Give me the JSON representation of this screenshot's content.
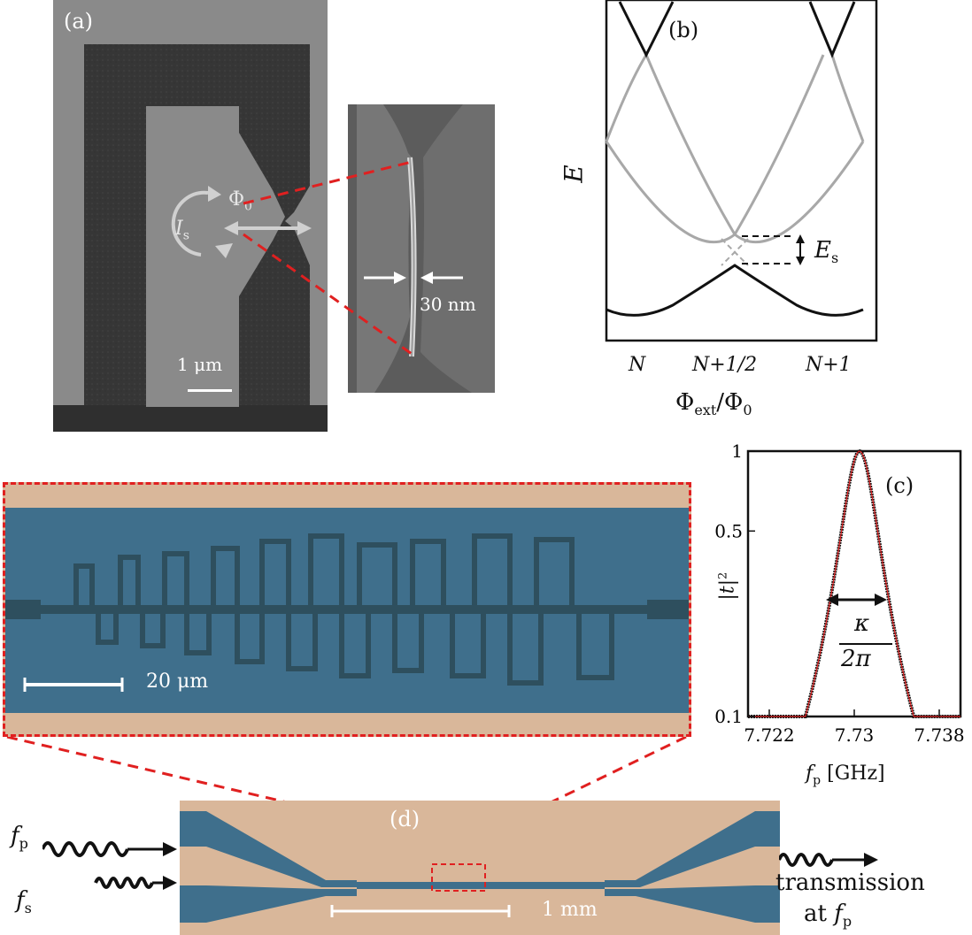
{
  "panel_a": {
    "label": "(a)",
    "flux_label": "Φ",
    "flux_sub": "0",
    "current_label": "I",
    "current_sub": "s",
    "scale_bar": "1 μm",
    "inset_width": "30 nm"
  },
  "panel_b": {
    "label": "(b)",
    "y_label": "E",
    "gap_label": "E",
    "gap_sub": "s",
    "tick_labels": [
      "N",
      "N+1/2",
      "N+1"
    ],
    "x_label_main": "Φ",
    "x_label_sub1": "ext",
    "x_label_sep": "/Φ",
    "x_label_sub2": "0"
  },
  "panel_c": {
    "label": "(c)",
    "kappa_num": "κ",
    "kappa_den": "2π",
    "y_label": "|t|",
    "y_label_sup": "2",
    "x_label_main": "f",
    "x_label_sub": "p",
    "x_label_unit": "[GHz]"
  },
  "panel_micro": {
    "scale_bar": "20 μm"
  },
  "panel_d": {
    "label": "(d)",
    "scale_bar": "1 mm",
    "input_p": "f",
    "input_p_sub": "p",
    "input_s": "f",
    "input_s_sub": "s",
    "output_line1": "transmission",
    "output_line2": "at",
    "output_f": "f",
    "output_f_sub": "p"
  },
  "colors": {
    "sem_bg": "#3a3a3a",
    "sem_metal": "#8a8a8a",
    "dashed_red": "#e02020",
    "curve_black": "#111111",
    "curve_gray": "#a8a8a8",
    "fit_red": "#e02020",
    "chip_blue": "#3f6f8c",
    "chip_gold": "#d9b79a"
  },
  "chart_data": [
    {
      "type": "line",
      "title": "",
      "xlabel": "Φext/Φ0",
      "ylabel": "E",
      "x_ticks": [
        "N",
        "N+1/2",
        "N+1"
      ],
      "series": [],
      "annotations": [
        "Es"
      ]
    },
    {
      "type": "line",
      "title": "",
      "xlabel": "fp [GHz]",
      "ylabel": "|t|2",
      "xlim": [
        7.72,
        7.74
      ],
      "ylim": [
        0.1,
        1
      ],
      "y_scale": "log",
      "x_ticks": [
        "7.722",
        "7.73",
        "7.738"
      ],
      "y_ticks": [
        "0.1",
        "0.5",
        "1"
      ],
      "center": 7.7305,
      "fwhm": 0.0034,
      "series": []
    }
  ]
}
